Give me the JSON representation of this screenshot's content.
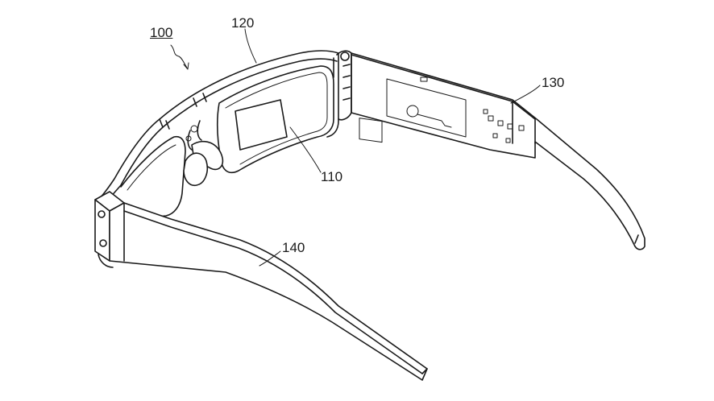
{
  "figure": {
    "labels": {
      "device": "100",
      "frame": "120",
      "right_temple": "130",
      "display": "110",
      "left_temple": "140"
    }
  }
}
